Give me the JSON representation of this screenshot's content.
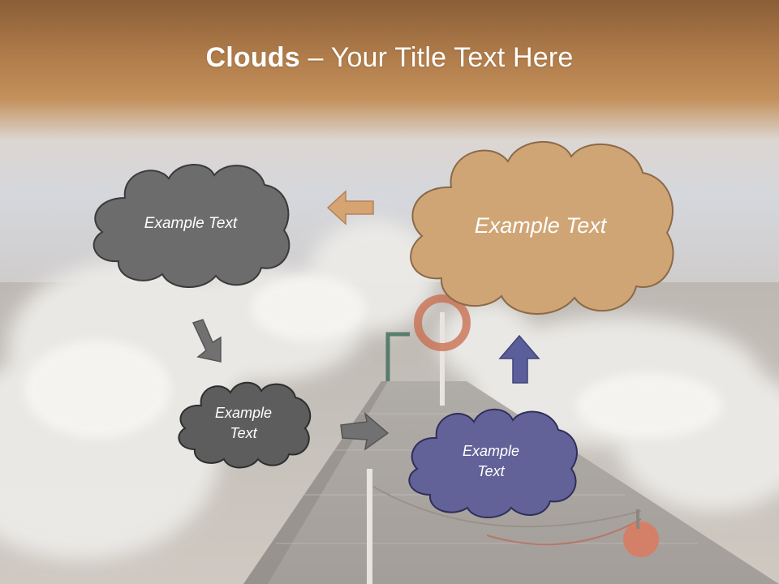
{
  "title": {
    "bold": "Clouds",
    "separator": " – ",
    "rest": "Your Title Text Here"
  },
  "clouds": [
    {
      "label": "Example Text"
    },
    {
      "label": "Example Text"
    },
    {
      "label": "Example Text"
    },
    {
      "label": "Example Text"
    }
  ],
  "colors": {
    "header_top": "#8a5e36",
    "header_bottom": "#c3915c",
    "cloud_gray": "#6c6c6c",
    "cloud_dark_gray": "#5d5d5d",
    "cloud_tan": "#d0a575",
    "cloud_purple": "#626299",
    "arrow_gray": "#717171",
    "arrow_tan": "#d6a373",
    "arrow_purple": "#5a5f9c",
    "outline": "#3a3a3a"
  },
  "icons": [
    "cloud-shape",
    "arrow-left-icon",
    "arrow-down-right-icon",
    "arrow-right-icon",
    "arrow-up-icon"
  ]
}
